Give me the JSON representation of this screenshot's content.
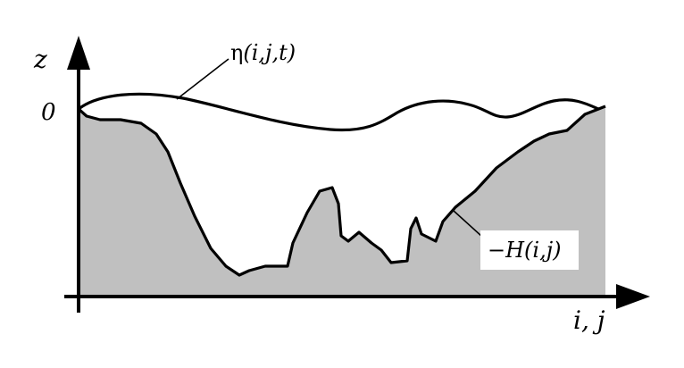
{
  "diagram": {
    "axis_z_label": "z",
    "zero_label": "0",
    "axis_x_label": "i, j",
    "surface_label_symbol": "η",
    "surface_label_args": "(i,j,t)",
    "bottom_label": "−H(i,j)",
    "colors": {
      "seabed_fill": "#c0c0c0",
      "ink": "#000000",
      "background": "#ffffff"
    }
  }
}
